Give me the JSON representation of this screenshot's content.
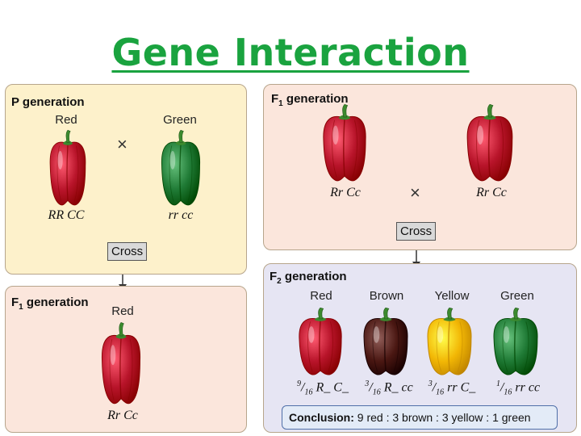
{
  "title": "Gene Interaction",
  "p_generation": {
    "title": "P generation",
    "left": {
      "label": "Red",
      "genotype": "RR CC",
      "color": "red"
    },
    "right": {
      "label": "Green",
      "genotype": "rr cc",
      "color": "green"
    },
    "cross_symbol": "×",
    "cross_label": "Cross"
  },
  "f1_left": {
    "title_main": "F",
    "title_sub": "1",
    "title_rest": " generation",
    "pepper": {
      "label": "Red",
      "genotype": "Rr Cc",
      "color": "red"
    }
  },
  "f1_right": {
    "title_main": "F",
    "title_sub": "1",
    "title_rest": " generation",
    "left": {
      "genotype": "Rr Cc",
      "color": "red"
    },
    "right": {
      "genotype": "Rr Cc",
      "color": "red"
    },
    "cross_symbol": "×",
    "cross_label": "Cross"
  },
  "f2": {
    "title_main": "F",
    "title_sub": "2",
    "title_rest": " generation",
    "phenotypes": [
      {
        "label": "Red",
        "frac_num": "9",
        "frac_den": "16",
        "genotype": "R_ C_",
        "color": "red"
      },
      {
        "label": "Brown",
        "frac_num": "3",
        "frac_den": "16",
        "genotype": "R_ cc",
        "color": "brown"
      },
      {
        "label": "Yellow",
        "frac_num": "3",
        "frac_den": "16",
        "genotype": "rr C_",
        "color": "yellow"
      },
      {
        "label": "Green",
        "frac_num": "1",
        "frac_den": "16",
        "genotype": "rr cc",
        "color": "green"
      }
    ],
    "conclusion_label": "Conclusion:",
    "conclusion_text": "9 red : 3 brown : 3 yellow : 1 green"
  },
  "colors": {
    "title": "#1aa33f",
    "red": "#b8142a",
    "green": "#1f7a35",
    "brown": "#4a1712",
    "yellow": "#f2b705",
    "stem": "#3c8a2e"
  }
}
